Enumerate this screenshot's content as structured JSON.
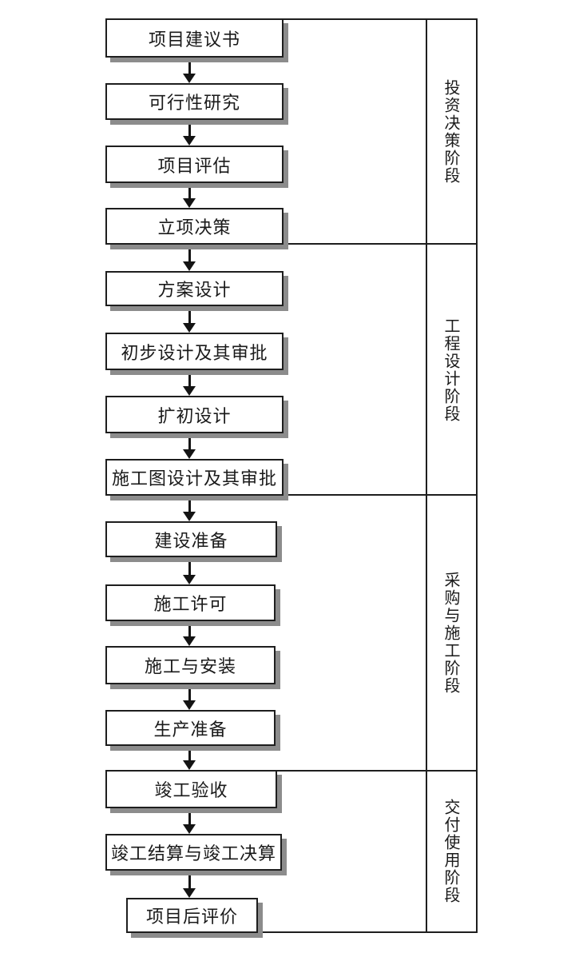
{
  "diagram": {
    "boxes": [
      {
        "label": "项目建议书"
      },
      {
        "label": "可行性研究"
      },
      {
        "label": "项目评估"
      },
      {
        "label": "立项决策"
      },
      {
        "label": "方案设计"
      },
      {
        "label": "初步设计及其审批"
      },
      {
        "label": "扩初设计"
      },
      {
        "label": "施工图设计及其审批"
      },
      {
        "label": "建设准备"
      },
      {
        "label": "施工许可"
      },
      {
        "label": "施工与安装"
      },
      {
        "label": "生产准备"
      },
      {
        "label": "竣工验收"
      },
      {
        "label": "竣工结算与竣工决算"
      },
      {
        "label": "项目后评价"
      }
    ],
    "phases": [
      {
        "label": "投资决策阶段"
      },
      {
        "label": "工程设计阶段"
      },
      {
        "label": "采购与施工阶段"
      },
      {
        "label": "交付使用阶段"
      }
    ],
    "colors": {
      "line": "#1e1e1e",
      "shadow": "#8c8c8c",
      "background": "#ffffff",
      "text": "#1a1a1a"
    }
  }
}
